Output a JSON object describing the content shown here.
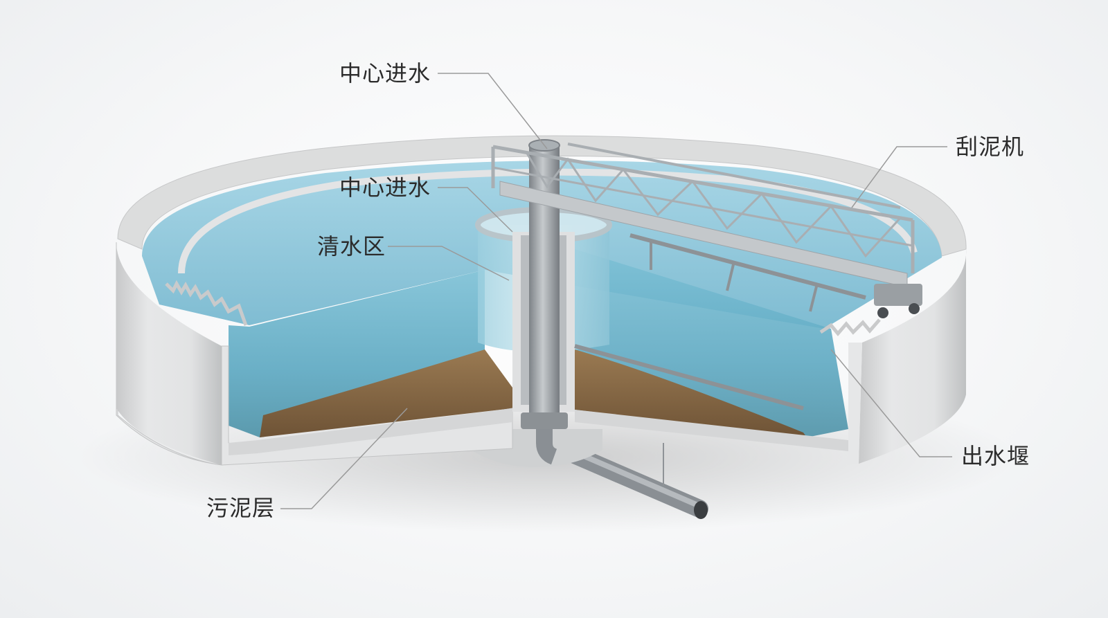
{
  "labels": {
    "center_inlet_top": "中心进水",
    "center_inlet_mid": "中心进水",
    "clear_water_zone": "清水区",
    "sludge_layer": "污泥层",
    "scraper": "刮泥机",
    "outlet_weir": "出水堰"
  },
  "colors": {
    "concrete": "#d9dadb",
    "water": "#8fc7da",
    "sludge": "#8a6b48",
    "steel": "#9ea3a7",
    "leader_line": "#9a9a9a",
    "label_text": "#2b2b2b"
  }
}
